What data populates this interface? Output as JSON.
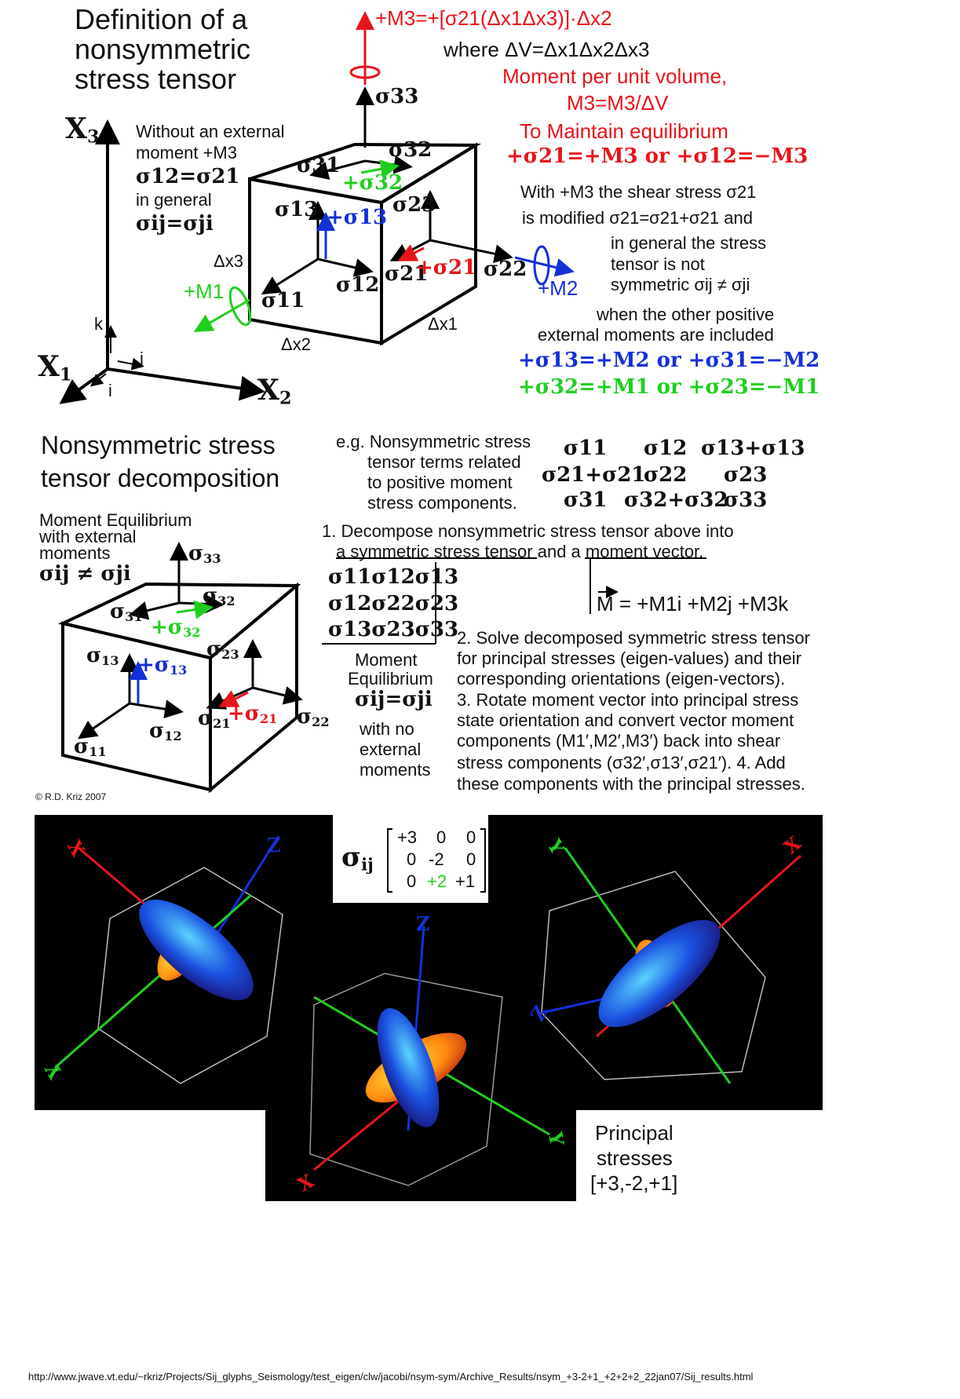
{
  "top": {
    "title": [
      "Definition of a",
      "nonsymmetric",
      "stress tensor"
    ],
    "m3_equation": "+M3=+[σ21(Δx1Δx3)]·Δx2",
    "where_dv": "where ΔV=Δx1Δx2Δx3",
    "moment_per_volume": [
      "Moment per unit volume,",
      "M3=M3/ΔV"
    ],
    "maintain": "To Maintain equilibrium",
    "equilibrium_eq": "+σ21=+M3  or  +σ12=−M3",
    "without_moment": [
      "Without an external",
      "moment +M3",
      "σ12=σ21",
      "in general",
      "σij=σji"
    ],
    "modified_text": [
      "With +M3 the shear stress σ21",
      "is modified σ21=σ21+σ21 and",
      "in general the stress",
      "tensor is not",
      "symmetric σij ≠ σji",
      "when the other positive",
      "external moments are included"
    ],
    "extra_eqs": [
      "+σ13=+M2 or +σ31=−M2",
      "+σ32=+M1 or +σ23=−M1"
    ],
    "axes": {
      "x1": "X1",
      "x2": "X2",
      "x3": "X3",
      "i": "i",
      "j": "j",
      "k": "k"
    },
    "cube_labels": {
      "s33": "σ33",
      "s32": "σ32",
      "s31": "σ31",
      "p32": "+σ32",
      "s13": "σ13",
      "p13": "+σ13",
      "s23": "σ23",
      "s21": "σ21",
      "p21": "+σ21",
      "s22": "σ22",
      "s11": "σ11",
      "s12": "σ12",
      "dx1": "Δx1",
      "dx2": "Δx2",
      "dx3": "Δx3",
      "m1": "+M1",
      "m2": "+M2"
    }
  },
  "middle": {
    "title": [
      "Nonsymmetric stress",
      "tensor decomposition"
    ],
    "eg_text": [
      "e.g. Nonsymmetric stress",
      "tensor terms related",
      "to positive moment",
      "stress components."
    ],
    "matrix_rows": [
      [
        "σ11",
        "σ12",
        "σ13+σ13"
      ],
      [
        "σ21+σ21",
        "σ22",
        "σ23"
      ],
      [
        "σ31",
        "σ32+σ32",
        "σ33"
      ]
    ],
    "step1": [
      "1. Decompose nonsymmetric stress tensor above into",
      "a symmetric stress tensor and a moment vector."
    ],
    "moment_eq_left": [
      "Moment Equilibrium",
      "with external",
      "moments",
      "σij ≠ σji"
    ],
    "sym_matrix": [
      "σ11σ12σ13",
      "σ12σ22σ23",
      "σ13σ23σ33"
    ],
    "moment_eq_right": [
      "Moment",
      "Equilibrium",
      "σij=σji",
      "with no",
      "external",
      "moments"
    ],
    "moment_vector": "M = +M1i +M2j +M3k",
    "steps": [
      "2. Solve decomposed symmetric stress tensor",
      "for principal stresses (eigen-values) and their",
      "corresponding orientations (eigen-vectors).",
      "3. Rotate moment vector into principal stress",
      "state orientation and convert vector moment",
      "components (M1′,M2′,M3′) back into shear",
      "stress components (σ32′,σ13′,σ21′). 4. Add",
      "these components with the principal stresses."
    ],
    "copyright": "© R.D. Kriz 2007"
  },
  "bottom": {
    "matrix_label": "σij",
    "matrix": [
      [
        "+3",
        "0",
        "0"
      ],
      [
        "0",
        "-2",
        "0"
      ],
      [
        "0",
        "+2",
        "+1"
      ]
    ],
    "principal": [
      "Principal",
      "stresses",
      "[+3,-2,+1]"
    ],
    "axis_letters": [
      "X",
      "Y",
      "Z",
      "Y",
      "Z",
      "X",
      "Y",
      "Z",
      "X"
    ]
  },
  "url": "http://www.jwave.vt.edu/~rkriz/Projects/Sij_glyphs_Seismology/test_eigen/clw/jacobi/nsym-sym/Archive_Results/nsym_+3-2+1_+2+2+2_22jan07/Sij_results.html",
  "colors": {
    "red": "#e8141b",
    "blue": "#1430d8",
    "green": "#1fcf1f",
    "black": "#000000"
  }
}
